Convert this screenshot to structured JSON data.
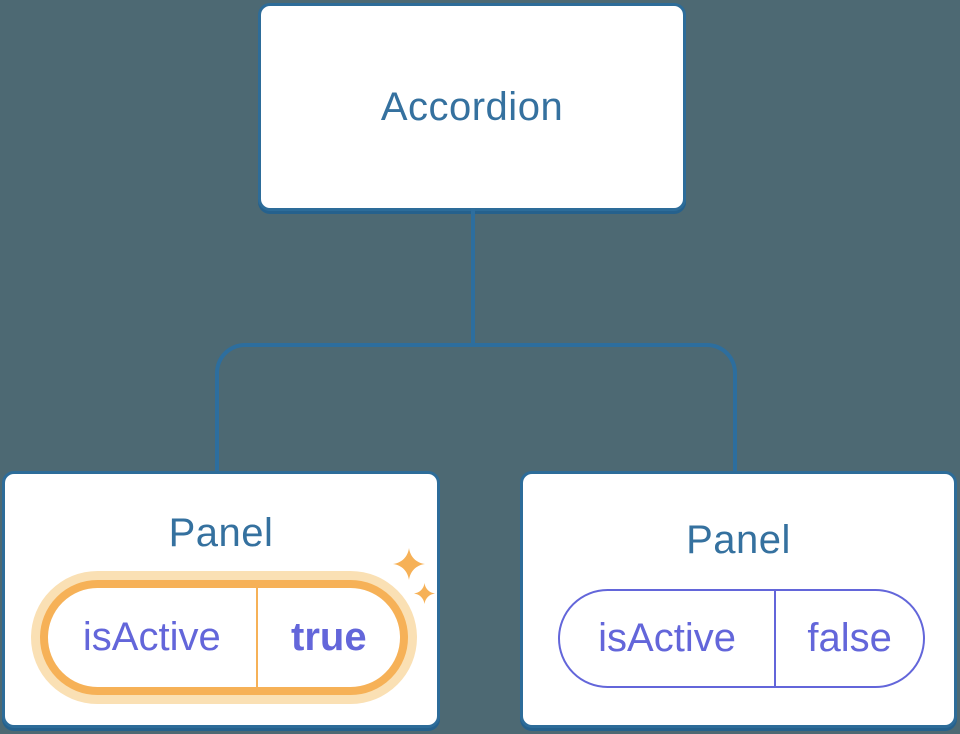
{
  "diagram": {
    "description": "Component tree diagram: Accordion parent with two Panel children holding isActive state",
    "colors": {
      "background": "#4D6973",
      "node_border_blue": "#2D6C99",
      "connector_blue": "#2D6E9E",
      "text_blue": "#35719F",
      "state_purple": "#6366DA",
      "highlight_orange": "#F6B157",
      "highlight_glow": "#FAE0B4",
      "node_fill": "#FFFFFF"
    },
    "root": {
      "label": "Accordion"
    },
    "panels": [
      {
        "label": "Panel",
        "state_name": "isActive",
        "state_value": "true",
        "highlighted": true,
        "icon": "sparkles-icon"
      },
      {
        "label": "Panel",
        "state_name": "isActive",
        "state_value": "false",
        "highlighted": false
      }
    ]
  }
}
